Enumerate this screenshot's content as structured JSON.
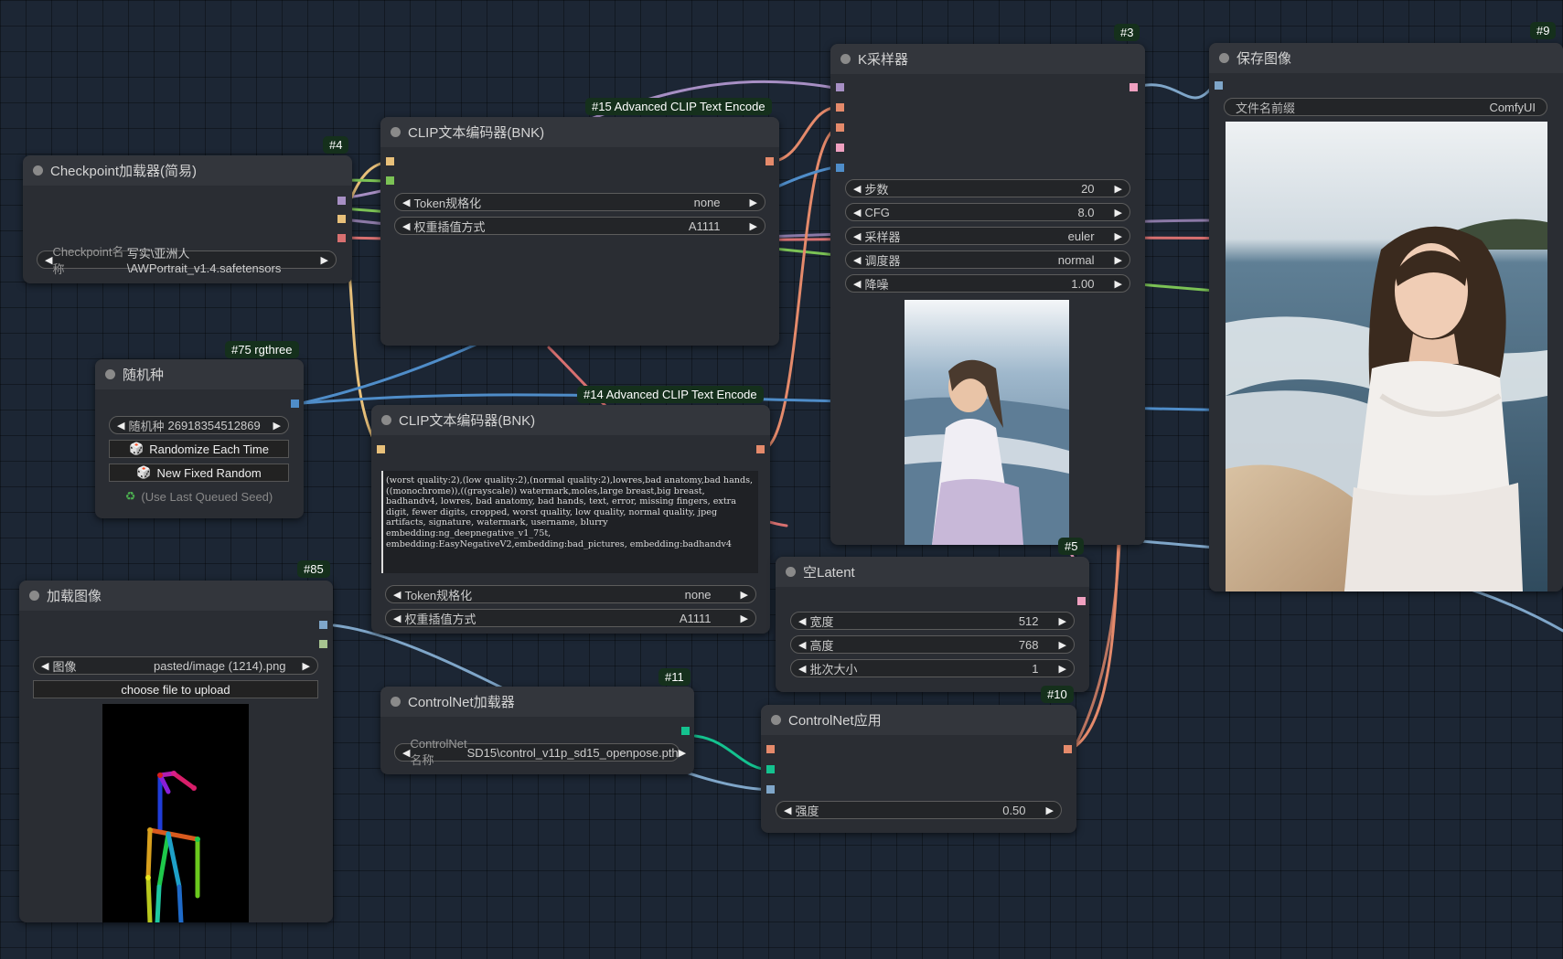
{
  "colors": {
    "canvas": "#1c2634",
    "node_bg": "#2a2d33",
    "title_bg": "#33363c",
    "slot_purple": "#a78fc4",
    "slot_yellow": "#e8c07a",
    "slot_red": "#d87070",
    "slot_blue": "#4f8dc9",
    "slot_green": "#7bc255",
    "slot_orange": "#e58a6b",
    "slot_teal": "#14c28f",
    "slot_gray_blue": "#7fa6c9"
  },
  "nodes": {
    "checkpoint": {
      "badge": "#4",
      "title": "Checkpoint加载器(简易)",
      "ckpt_label": "Checkpoint名称",
      "ckpt_value": "写实\\亚洲人\\AWPortrait_v1.4.safetensors"
    },
    "clip15": {
      "badge": "#15 Advanced CLIP Text Encode",
      "title": "CLIP文本编码器(BNK)",
      "token_label": "Token规格化",
      "token_value": "none",
      "weight_label": "权重插值方式",
      "weight_value": "A1111"
    },
    "seed": {
      "badge": "#75 rgthree",
      "title": "随机种",
      "seed_label": "随机种",
      "seed_value": "26918354512869",
      "btn_randomize": "Randomize Each Time",
      "btn_fixed": "New Fixed Random",
      "btn_last": "(Use Last Queued Seed)",
      "dice_icon": "🎲",
      "recycle_icon": "♻"
    },
    "clip14": {
      "badge": "#14 Advanced CLIP Text Encode",
      "title": "CLIP文本编码器(BNK)",
      "text": "(worst quality:2),(low quality:2),(normal quality:2),lowres,bad anatomy,bad hands,((monochrome)),((grayscale)) watermark,moles,large breast,big breast, badhandv4, lowres, bad anatomy, bad hands, text, error, missing fingers, extra digit, fewer digits, cropped, worst quality, low quality, normal quality, jpeg artifacts, signature, watermark, username, blurry embedding:ng_deepnegative_v1_75t, embedding:EasyNegativeV2,embedding:bad_pictures, embedding:badhandv4",
      "token_label": "Token规格化",
      "token_value": "none",
      "weight_label": "权重插值方式",
      "weight_value": "A1111"
    },
    "ksampler": {
      "badge": "#3",
      "title": "K采样器",
      "steps_label": "步数",
      "steps_value": "20",
      "cfg_label": "CFG",
      "cfg_value": "8.0",
      "sampler_label": "采样器",
      "sampler_value": "euler",
      "scheduler_label": "调度器",
      "scheduler_value": "normal",
      "denoise_label": "降噪",
      "denoise_value": "1.00"
    },
    "save": {
      "badge": "#9",
      "title": "保存图像",
      "prefix_label": "文件名前缀",
      "prefix_value": "ComfyUI"
    },
    "latent": {
      "badge": "#5",
      "title": "空Latent",
      "width_label": "宽度",
      "width_value": "512",
      "height_label": "高度",
      "height_value": "768",
      "batch_label": "批次大小",
      "batch_value": "1"
    },
    "loadimg": {
      "badge": "#85",
      "title": "加载图像",
      "image_label": "图像",
      "image_value": "pasted/image (1214).png",
      "upload_label": "choose file to upload"
    },
    "cnloader": {
      "badge": "#11",
      "title": "ControlNet加载器",
      "name_label": "ControlNet名称",
      "name_value": "SD15\\control_v11p_sd15_openpose.pth"
    },
    "cnapply": {
      "badge": "#10",
      "title": "ControlNet应用",
      "strength_label": "强度",
      "strength_value": "0.50"
    }
  }
}
